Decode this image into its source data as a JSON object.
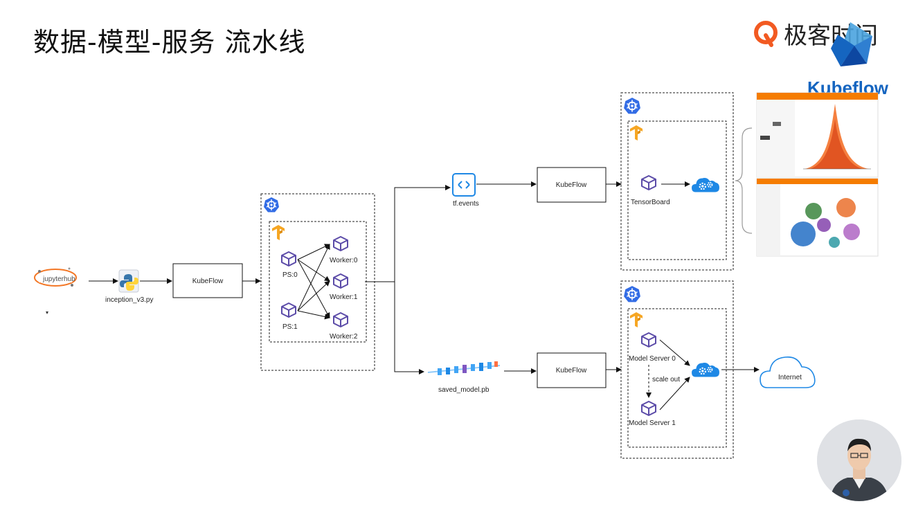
{
  "slide_title": "数据-模型-服务 流水线",
  "brand_name": "极客时间",
  "kubeflow_logo_text": "Kubeflow",
  "icons": {
    "jupyterhub": "jupyterhub",
    "python_file": "python-file-icon",
    "kubernetes": "kubernetes-icon",
    "tensorflow": "tensorflow-icon",
    "pod": "cube-icon",
    "service": "gears-icon",
    "cloud": "cloud-icon",
    "events_file": "file-icon"
  },
  "colors": {
    "k8s_blue": "#326ce5",
    "tf_orange": "#f6a623",
    "pod_purple": "#5b4ba8",
    "service_blue": "#1e88e5",
    "kubeflow_blue": "#1565c0",
    "brand_orange": "#f25a22"
  },
  "nodes": {
    "jupyter_label": "jupyterhub",
    "inception": "inception_v3.py",
    "kubeflow_1": "KubeFlow",
    "ps0": "PS:0",
    "ps1": "PS:1",
    "worker0": "Worker:0",
    "worker1": "Worker:1",
    "worker2": "Worker:2",
    "tf_events": "tf.events",
    "kubeflow_2": "KubeFlow",
    "tensorboard": "TensorBoard",
    "saved_model": "saved_model.pb",
    "kubeflow_3": "KubeFlow",
    "model_server_0": "Model Server 0",
    "scale_out": "scale out",
    "model_server_1": "Model Server 1",
    "internet": "Internet"
  }
}
